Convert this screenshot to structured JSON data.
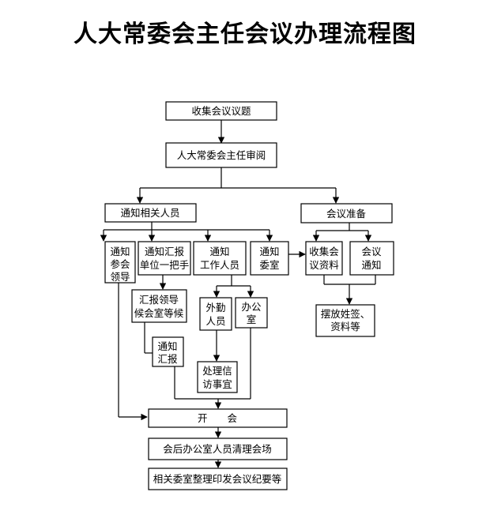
{
  "title": "人大常委会主任会议办理流程图",
  "nodes": {
    "collect": "收集会议议题",
    "review": "人大常委会主任审阅",
    "notify_people": "通知相关人员",
    "meeting_prep": "会议准备",
    "notify_leaders": [
      "通知",
      "参会",
      "领导"
    ],
    "notify_reporting": [
      "通知汇报",
      "单位一把手"
    ],
    "notify_staff": [
      "通知",
      "工作人员"
    ],
    "notify_committee": [
      "通知",
      "委室"
    ],
    "collect_materials": [
      "收集会",
      "议资料"
    ],
    "meeting_notice": [
      "会议",
      "通知"
    ],
    "place_nameplates": [
      "摆放姓签、",
      "资料等"
    ],
    "report_leader_wait": [
      "汇报领导",
      "候会室等候"
    ],
    "field_staff": [
      "外勤",
      "人员"
    ],
    "office": [
      "办公",
      "室"
    ],
    "notify_report": [
      "通知",
      "汇报"
    ],
    "handle_petitions": [
      "处理信",
      "访事宜"
    ],
    "open_meeting": "开　　会",
    "cleanup": "会后办公室人员清理会场",
    "minutes": "相关委室整理印发会议纪要等"
  }
}
